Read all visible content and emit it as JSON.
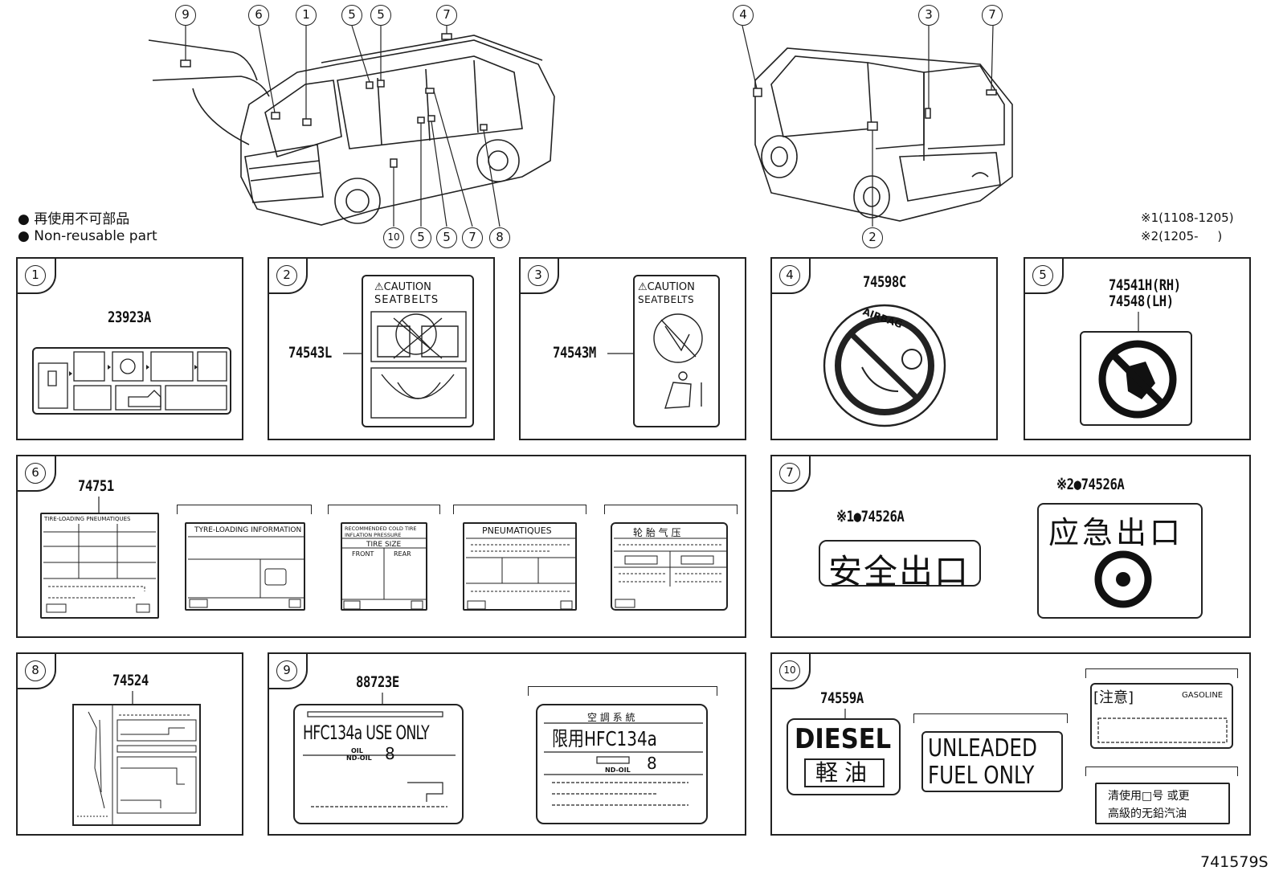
{
  "legend": {
    "jp": "再使用不可部品",
    "en": "Non-reusable part"
  },
  "notes": {
    "note1": "※1(1108-1205)",
    "note2": "※2(1205-     )"
  },
  "diagram_id": "741579S",
  "callouts_front_top": [
    "9",
    "6",
    "1",
    "5",
    "5",
    "7"
  ],
  "callouts_front_bottom": [
    "10",
    "5",
    "5",
    "7",
    "8"
  ],
  "callouts_rear_top": [
    "4",
    "3",
    "7"
  ],
  "callouts_rear_bottom": [
    "2"
  ],
  "panels": {
    "p1": {
      "num": "1",
      "part": "23923A"
    },
    "p2": {
      "num": "2",
      "part": "74543L",
      "caution": "⚠CAUTION",
      "seatbelts": "SEATBELTS"
    },
    "p3": {
      "num": "3",
      "part": "74543M",
      "caution": "⚠CAUTION",
      "seatbelts": "SEATBELTS"
    },
    "p4": {
      "num": "4",
      "part": "74598C",
      "airbag": "AIRBAG"
    },
    "p5": {
      "num": "5",
      "part_rh": "74541H(RH)",
      "part_lh": "74548(LH)"
    },
    "p6": {
      "num": "6",
      "part": "74751",
      "tyre_loading": "TYRE-LOADING INFORMATION",
      "rec_cold": "RECOMMENDED COLD TIRE",
      "inflation": "INFLATION PRESSURE",
      "tire_size": "TIRE SIZE",
      "front": "FRONT",
      "rear": "REAR",
      "pneumatiques": "PNEUMATIQUES",
      "chinese_tire": "轮 胎 气 压",
      "header_small": "TIRE-LOADING PNEUMATIQUES"
    },
    "p7": {
      "num": "7",
      "part1": "※1●74526A",
      "text1": "安全出口",
      "part2": "※2●74526A",
      "text2": "应急出口"
    },
    "p8": {
      "num": "8",
      "part": "74524"
    },
    "p9": {
      "num": "9",
      "part": "88723E",
      "hfc_use": "HFC134a USE ONLY",
      "oil": "OIL",
      "nd_oil": "ND-OIL",
      "eight": "8",
      "kongtiao": "空 調 系 統",
      "xianyong": "限用HFC134a"
    },
    "p10": {
      "num": "10",
      "part": "74559A",
      "diesel": "DIESEL",
      "qingyou": "軽油",
      "unleaded1": "UNLEADED",
      "unleaded2": "FUEL ONLY",
      "zhuyi": "[注意]",
      "gasoline": "GASOLINE",
      "cn1": "清使用□号 或更",
      "cn2": "高級的无鉛汽油"
    }
  }
}
